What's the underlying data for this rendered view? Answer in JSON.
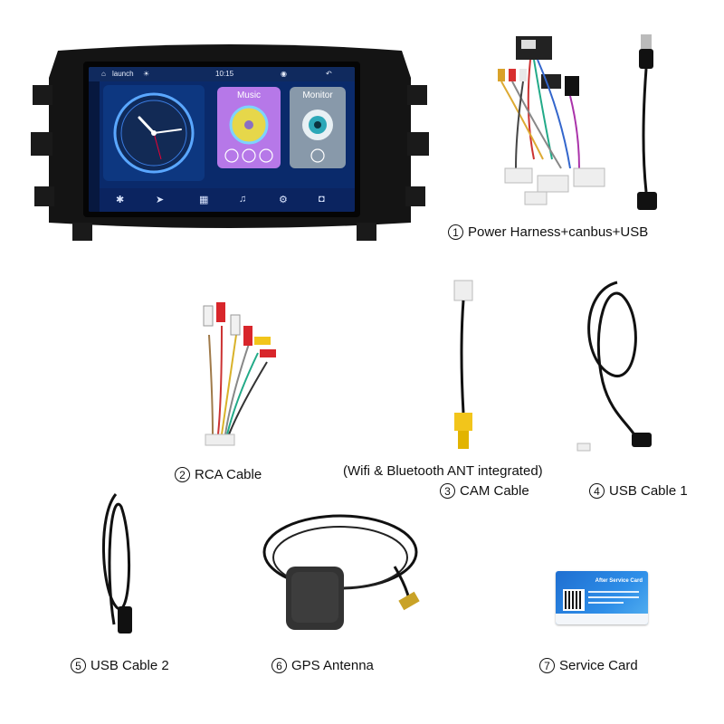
{
  "screen": {
    "launcher_label": "launch",
    "clock_text": "10:15",
    "music_label": "Music",
    "monitor_label": "Monitor"
  },
  "items": [
    {
      "number": "1",
      "label": "Power Harness+canbus+USB"
    },
    {
      "number": "2",
      "label": "RCA Cable"
    },
    {
      "number": "3",
      "label": "CAM Cable"
    },
    {
      "number": "4",
      "label": "USB Cable 1"
    },
    {
      "number": "5",
      "label": "USB Cable 2"
    },
    {
      "number": "6",
      "label": "GPS Antenna"
    },
    {
      "number": "7",
      "label": "Service Card"
    }
  ],
  "cam_note": "(Wifi & Bluetooth ANT integrated)",
  "service_card_title": "After Service Card",
  "colors": {
    "screen_bg": "#0a2a6b",
    "music_tile": "#b678e8",
    "monitor_tile": "#8899aa",
    "bezel": "#121212",
    "rca_red": "#d8262b",
    "rca_yellow": "#f2c51b",
    "rca_white": "#f1f1f1",
    "card_blue": "#2e8ee8"
  }
}
